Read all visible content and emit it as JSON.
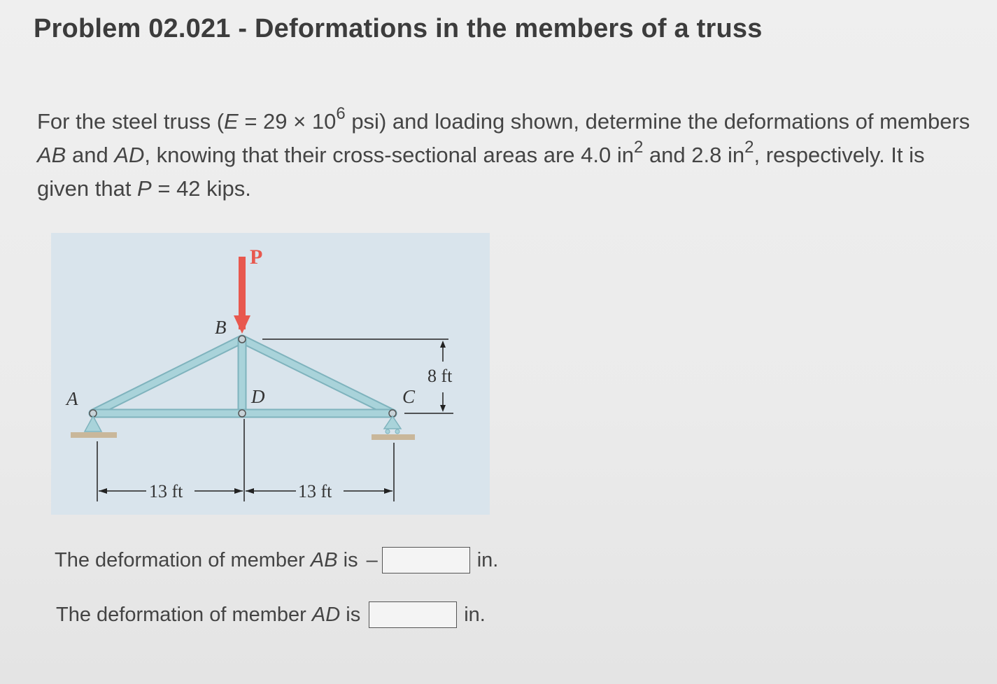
{
  "title": "Problem 02.021 - Deformations in the members of a truss",
  "statement": {
    "p1": "For the steel truss (",
    "E_sym": "E",
    "p2": " = 29 × 10",
    "exp6": "6",
    "p3": " psi) and loading shown, determine the deformations of members ",
    "AB": "AB",
    "and": " and ",
    "AD": "AD",
    "p4": ", knowing that their cross-sectional areas are 4.0 in",
    "sq1": "2",
    "p5": " and 2.8 in",
    "sq2": "2",
    "p6": ", respectively. It is given that ",
    "P_sym": "P",
    "p7": " = 42 kips."
  },
  "figure": {
    "load_label": "P",
    "node_A": "A",
    "node_B": "B",
    "node_C": "C",
    "node_D": "D",
    "height_dim": "8 ft",
    "span_left": "13 ft",
    "span_right": "13 ft",
    "colors": {
      "background": "#d9e4ec",
      "member": "#a9d3da",
      "member_edge": "#7fb3bd",
      "load_arrow": "#e8584e",
      "support": "#c9b79a"
    }
  },
  "answers": {
    "ab_pre": "The deformation of member ",
    "ab_member": "AB",
    "ab_post": " is",
    "ab_sign": "–",
    "ab_unit": "in.",
    "ad_pre": "The deformation of member ",
    "ad_member": "AD",
    "ad_post": " is",
    "ad_unit": "in."
  }
}
